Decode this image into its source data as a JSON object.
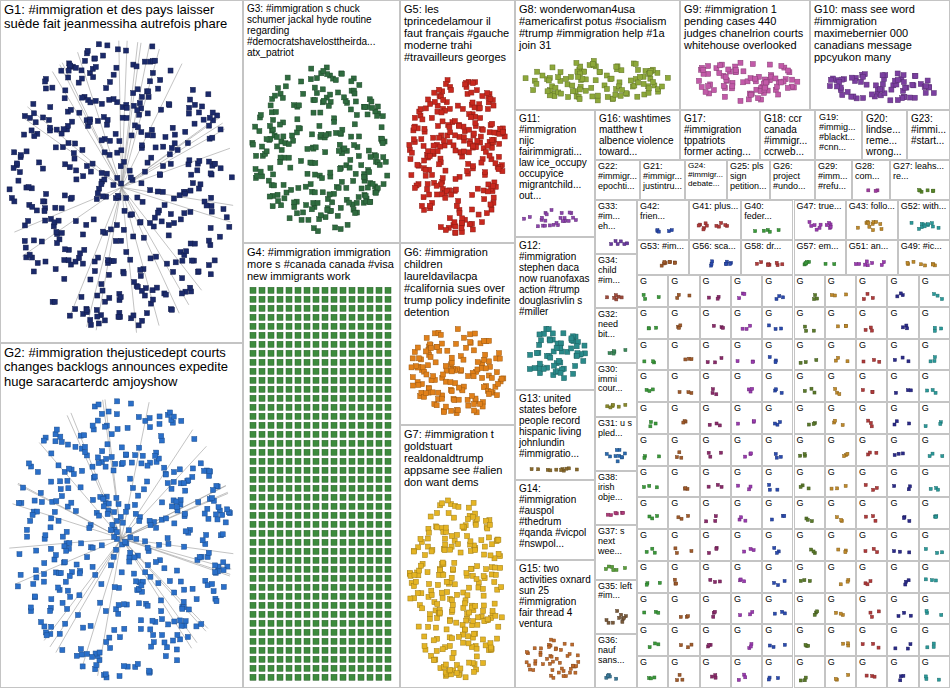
{
  "diagram": {
    "nodes": [
      {
        "text": [
          "G1: #immigration et des pays laisser suède fait jeanmessiha autrefois phare"
        ]
      },
      {
        "text": [
          "G2: #immigration thejusticedept courts changes backlogs announces expedite huge saracarterdc amjoyshow"
        ]
      },
      {
        "text": [
          "G3: #immigration s chuck schumer jackal hyde routine regarding #democratshavelosttheirda... atx_patriot"
        ]
      },
      {
        "text": [
          "G4: #immigration immigration more s #canada canada #visa new immigrants work"
        ]
      },
      {
        "text": [
          "G5: les tprincedelamour il faut français #gauche moderne trahi #travailleurs georges"
        ]
      },
      {
        "text": [
          "G6: #immigration children laureldavilacpa #california sues over trump policy indefinite detention"
        ]
      },
      {
        "text": [
          "G7: #immigration t goldstuart realdonaldtrump appsame see #alien don want dems"
        ]
      },
      {
        "text": [
          "G8: wonderwoman4usa #americafirst potus #socialism #trump #immigration help #1a join 31"
        ]
      },
      {
        "text": [
          "G9: #immigration 1 pending cases 440 judges chanelrion courts whitehouse overlooked"
        ]
      },
      {
        "text": [
          "G10: mass see word #immigration maximebernier 000 canadians message ppcyukon many"
        ]
      },
      {
        "text": [
          "G11: #immigration nijc fairimmigrati... law ice_occupy occupyice migrantchild... out..."
        ]
      },
      {
        "text": [
          "G16: washtimes matthew t albence violence toward..."
        ]
      },
      {
        "text": [
          "G17: #immigration tppatriots former acting..."
        ]
      },
      {
        "text": [
          "G18: ccr canada #immigr... ccrweb..."
        ]
      },
      {
        "text": [
          "G19: #immig... #blackt... #cnn..."
        ]
      },
      {
        "text": [
          "G20: lindse... reme... wrong..."
        ]
      },
      {
        "text": [
          "G23: #immi... #start..."
        ]
      },
      {
        "text": [
          "G22: #immigr... epochti..."
        ]
      },
      {
        "text": [
          "G21: #immigr... justintru..."
        ]
      },
      {
        "text": [
          "G24: #immigr... debate..."
        ]
      },
      {
        "text": [
          "G25: pls sign petition..."
        ]
      },
      {
        "text": [
          "G26: project #undo..."
        ]
      },
      {
        "text": [
          "G29: #imm... #refu..."
        ]
      },
      {
        "text": [
          "G28: com..."
        ]
      },
      {
        "text": [
          "G27: leahs... re..."
        ]
      },
      {
        "text": [
          "G12: #immigration stephen daca now ruanofaxas action #trump douglasrivlin s #miller"
        ]
      },
      {
        "text": [
          "G13: united states before people record hispanic living johnlundin #immigratio..."
        ]
      },
      {
        "text": [
          "G14: #immigration #auspol #thedrum #qanda #vicpol #nswpol..."
        ]
      },
      {
        "text": [
          "G15: two activities oxnard sun 25 #immigration fair thread 4 ventura"
        ]
      },
      {
        "text": [
          "G33: #im... eh..."
        ]
      },
      {
        "text": [
          "G34: child #im..."
        ]
      },
      {
        "text": [
          "G32: need bit..."
        ]
      },
      {
        "text": [
          "G30: immi cour..."
        ]
      },
      {
        "text": [
          "G31: u s pled..."
        ]
      },
      {
        "text": [
          "G38: irish obje..."
        ]
      },
      {
        "text": [
          "G37: s next wee..."
        ]
      },
      {
        "text": [
          "G35: left #im..."
        ]
      },
      {
        "text": [
          "G36: nauf sans..."
        ]
      },
      {
        "text": [
          "G42: frien..."
        ]
      },
      {
        "text": [
          "G41: plus..."
        ]
      },
      {
        "text": [
          "G40: feder..."
        ]
      },
      {
        "text": [
          "G47: true..."
        ]
      },
      {
        "text": [
          "G43: follo..."
        ]
      },
      {
        "text": [
          "G52: with..."
        ]
      },
      {
        "text": [
          "G53: #im..."
        ]
      },
      {
        "text": [
          "G56: sca..."
        ]
      },
      {
        "text": [
          "G58: dr..."
        ]
      },
      {
        "text": [
          "G57: em..."
        ]
      },
      {
        "text": [
          "G51: an..."
        ]
      },
      {
        "text": [
          "G49: #ic..."
        ]
      },
      {
        "text": [
          "G"
        ]
      },
      {
        "text": [
          "G"
        ]
      },
      {
        "text": [
          "G"
        ]
      },
      {
        "text": [
          "G"
        ]
      },
      {
        "text": [
          "G"
        ]
      },
      {
        "text": [
          "G"
        ]
      },
      {
        "text": [
          "G"
        ]
      },
      {
        "text": [
          "G"
        ]
      },
      {
        "text": [
          "G"
        ]
      },
      {
        "text": [
          "G"
        ]
      },
      {
        "text": [
          "G"
        ]
      },
      {
        "text": [
          "G"
        ]
      },
      {
        "text": [
          "G"
        ]
      },
      {
        "text": [
          "G"
        ]
      },
      {
        "text": [
          "G"
        ]
      },
      {
        "text": [
          "G"
        ]
      },
      {
        "text": [
          "G"
        ]
      },
      {
        "text": [
          "G"
        ]
      },
      {
        "text": [
          "G"
        ]
      },
      {
        "text": [
          "G"
        ]
      },
      {
        "text": [
          "G"
        ]
      },
      {
        "text": [
          "G"
        ]
      },
      {
        "text": [
          "G"
        ]
      },
      {
        "text": [
          "G"
        ]
      },
      {
        "text": [
          "G"
        ]
      },
      {
        "text": [
          "G"
        ]
      },
      {
        "text": [
          "G"
        ]
      },
      {
        "text": [
          "G"
        ]
      },
      {
        "text": [
          "G"
        ]
      },
      {
        "text": [
          "G"
        ]
      },
      {
        "text": [
          "G"
        ]
      },
      {
        "text": [
          "G"
        ]
      },
      {
        "text": [
          "G"
        ]
      },
      {
        "text": [
          "G"
        ]
      },
      {
        "text": [
          "G"
        ]
      },
      {
        "text": [
          "G"
        ]
      },
      {
        "text": [
          "G"
        ]
      },
      {
        "text": [
          "G"
        ]
      },
      {
        "text": [
          "G"
        ]
      },
      {
        "text": [
          "G"
        ]
      },
      {
        "text": [
          "G"
        ]
      },
      {
        "text": [
          "G"
        ]
      },
      {
        "text": [
          "G"
        ]
      },
      {
        "text": [
          "G"
        ]
      },
      {
        "text": [
          "G"
        ]
      },
      {
        "text": [
          "G"
        ]
      },
      {
        "text": [
          "G"
        ]
      },
      {
        "text": [
          "G"
        ]
      },
      {
        "text": [
          "G"
        ]
      },
      {
        "text": [
          "G"
        ]
      },
      {
        "text": [
          "G"
        ]
      },
      {
        "text": [
          "G"
        ]
      },
      {
        "text": [
          "G"
        ]
      },
      {
        "text": [
          "G"
        ]
      },
      {
        "text": [
          "G"
        ]
      },
      {
        "text": [
          "G"
        ]
      },
      {
        "text": [
          "G"
        ]
      },
      {
        "text": [
          "G"
        ]
      },
      {
        "text": [
          "G"
        ]
      },
      {
        "text": [
          "G"
        ]
      },
      {
        "text": [
          "G"
        ]
      },
      {
        "text": [
          "G"
        ]
      },
      {
        "text": [
          "G"
        ]
      },
      {
        "text": [
          "G"
        ]
      },
      {
        "text": [
          "G"
        ]
      },
      {
        "text": [
          "G"
        ]
      },
      {
        "text": [
          "G"
        ]
      },
      {
        "text": [
          "G"
        ]
      },
      {
        "text": [
          "G"
        ]
      },
      {
        "text": [
          "G"
        ]
      },
      {
        "text": [
          "G"
        ]
      },
      {
        "text": [
          "G"
        ]
      },
      {
        "text": [
          "G"
        ]
      },
      {
        "text": [
          "G"
        ]
      },
      {
        "text": [
          "G"
        ]
      },
      {
        "text": [
          "G"
        ]
      },
      {
        "text": [
          "G"
        ]
      },
      {
        "text": [
          "G"
        ]
      },
      {
        "text": [
          "G"
        ]
      },
      {
        "text": [
          "G"
        ]
      },
      {
        "text": [
          "G"
        ]
      },
      {
        "text": [
          "G"
        ]
      },
      {
        "text": [
          "G"
        ]
      },
      {
        "text": [
          "G"
        ]
      },
      {
        "text": [
          "G"
        ]
      },
      {
        "text": [
          "G"
        ]
      },
      {
        "text": [
          "G"
        ]
      },
      {
        "text": [
          "G"
        ]
      },
      {
        "text": [
          "G"
        ]
      },
      {
        "text": [
          "G"
        ]
      },
      {
        "text": [
          "G"
        ]
      },
      {
        "text": [
          "G"
        ]
      },
      {
        "text": [
          "G"
        ]
      },
      {
        "text": [
          "G"
        ]
      },
      {
        "text": [
          "G"
        ]
      },
      {
        "text": [
          "G"
        ]
      },
      {
        "text": [
          "G"
        ]
      },
      {
        "text": [
          "G"
        ]
      },
      {
        "text": [
          "G"
        ]
      },
      {
        "text": [
          "G"
        ]
      },
      {
        "text": [
          "G"
        ]
      },
      {
        "text": [
          "G"
        ]
      },
      {
        "text": [
          "G"
        ]
      },
      {
        "text": [
          "G"
        ]
      },
      {
        "text": [
          "G"
        ]
      },
      {
        "text": [
          "G"
        ]
      },
      {
        "text": [
          "G"
        ]
      },
      {
        "text": [
          "G"
        ]
      },
      {
        "text": [
          "G"
        ]
      },
      {
        "text": [
          "G"
        ]
      },
      {
        "text": [
          "G"
        ]
      },
      {
        "text": [
          "G"
        ]
      },
      {
        "text": [
          "G"
        ]
      },
      {
        "text": [
          "G"
        ]
      },
      {
        "text": [
          "G"
        ]
      },
      {
        "text": [
          "G"
        ]
      },
      {
        "text": [
          "G"
        ]
      },
      {
        "text": [
          "G"
        ]
      },
      {
        "text": [
          "G"
        ]
      },
      {
        "text": [
          "G"
        ]
      },
      {
        "text": [
          "G"
        ]
      },
      {
        "text": [
          "G"
        ]
      },
      {
        "text": [
          "G"
        ]
      },
      {
        "text": [
          "G"
        ]
      },
      {
        "text": [
          "G"
        ]
      },
      {
        "text": [
          "G"
        ]
      },
      {
        "text": [
          "G"
        ]
      },
      {
        "text": [
          "G"
        ]
      },
      {
        "text": [
          "G"
        ]
      },
      {
        "text": [
          "G"
        ]
      }
    ]
  }
}
